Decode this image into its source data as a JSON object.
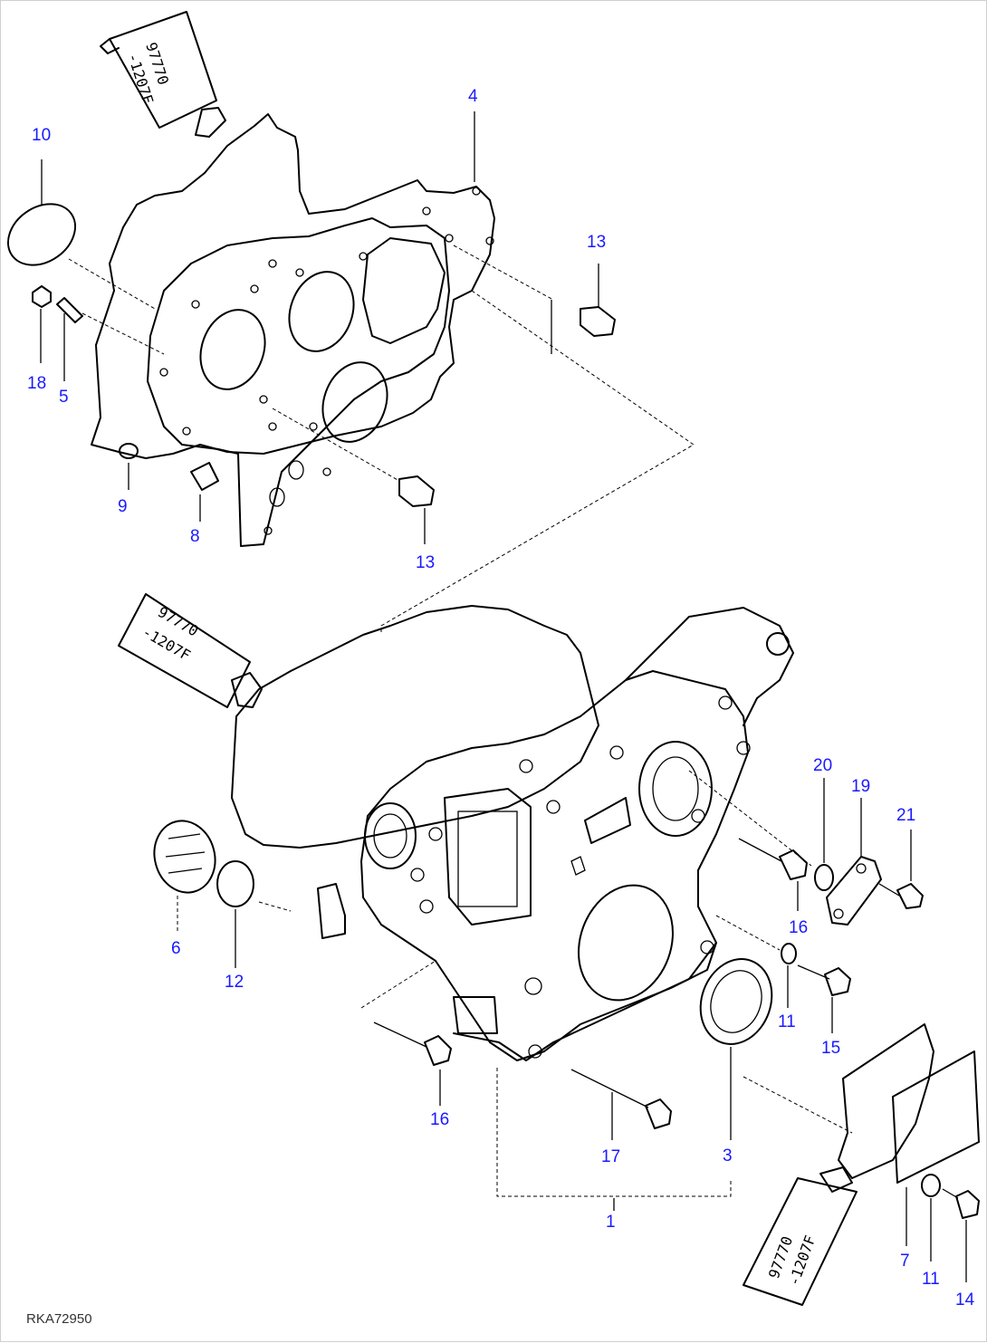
{
  "diagram": {
    "reference_code": "RKA72950",
    "tube_label_line1": "97770",
    "tube_label_line2": "-1207F",
    "accent_color": "#1a1aff",
    "callouts": [
      "10",
      "4",
      "13",
      "18",
      "5",
      "9",
      "8",
      "13",
      "20",
      "19",
      "21",
      "6",
      "12",
      "16",
      "11",
      "15",
      "16",
      "17",
      "3",
      "1",
      "7",
      "11",
      "14"
    ]
  }
}
